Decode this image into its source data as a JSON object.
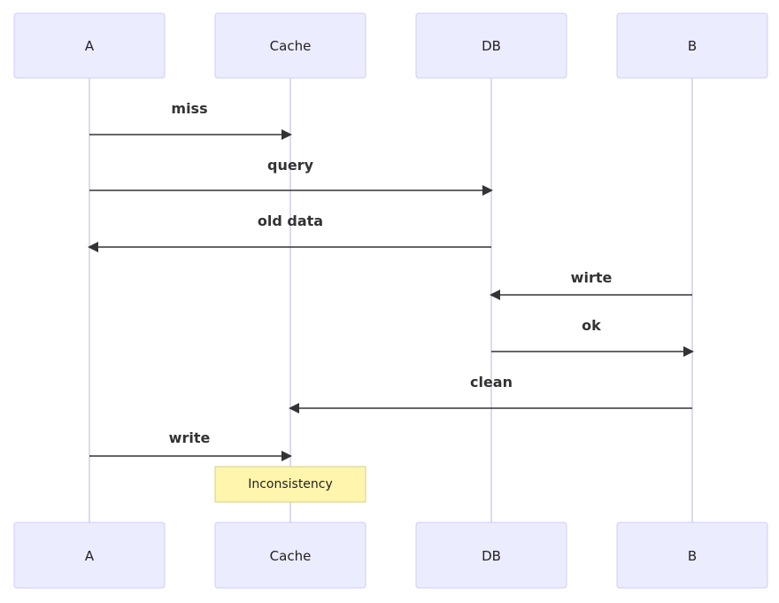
{
  "actors": [
    {
      "id": "A",
      "label": "A"
    },
    {
      "id": "Cache",
      "label": "Cache"
    },
    {
      "id": "DB",
      "label": "DB"
    },
    {
      "id": "B",
      "label": "B"
    }
  ],
  "messages": [
    {
      "from": "A",
      "to": "Cache",
      "label": "miss"
    },
    {
      "from": "A",
      "to": "DB",
      "label": "query"
    },
    {
      "from": "DB",
      "to": "A",
      "label": "old data"
    },
    {
      "from": "B",
      "to": "DB",
      "label": "wirte"
    },
    {
      "from": "DB",
      "to": "B",
      "label": "ok"
    },
    {
      "from": "B",
      "to": "Cache",
      "label": "clean"
    },
    {
      "from": "A",
      "to": "Cache",
      "label": "write"
    }
  ],
  "note": {
    "over": "Cache",
    "text": "Inconsistency"
  },
  "colors": {
    "actor_fill": "#ECECFF",
    "actor_stroke": "#CCCCFF",
    "note_fill": "#FFF5AD",
    "line": "#333333"
  }
}
